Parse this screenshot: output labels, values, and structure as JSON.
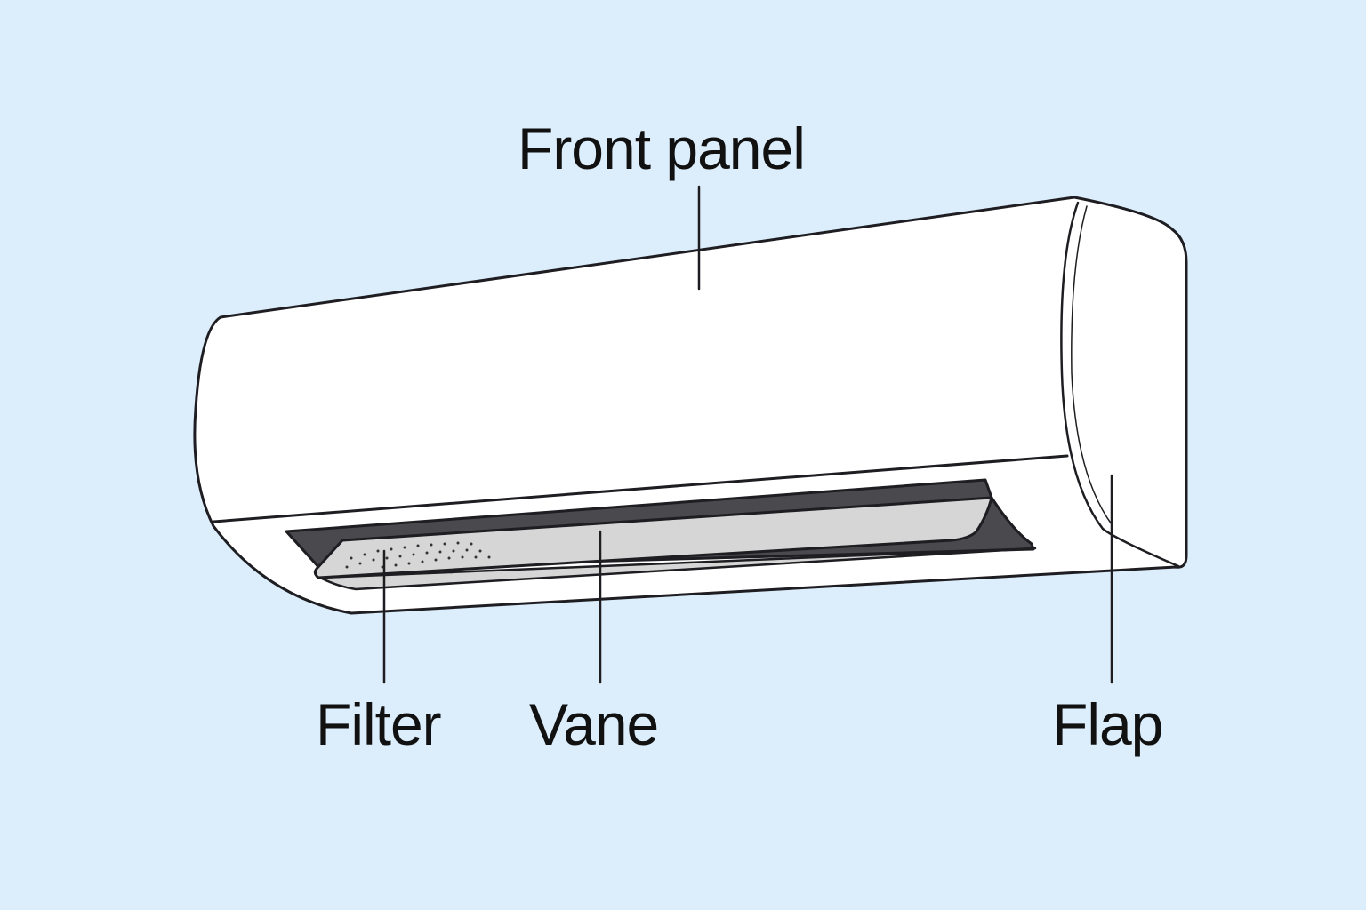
{
  "title": "Air conditioner indoor unit parts",
  "labels": {
    "front_panel": "Front panel",
    "filter": "Filter",
    "vane": "Vane",
    "flap": "Flap"
  },
  "colors": {
    "background": "#dcedfb",
    "body": "#ffffff",
    "outline": "#1e1e22",
    "vane": "#d6d6d6",
    "opening": "#555558"
  }
}
